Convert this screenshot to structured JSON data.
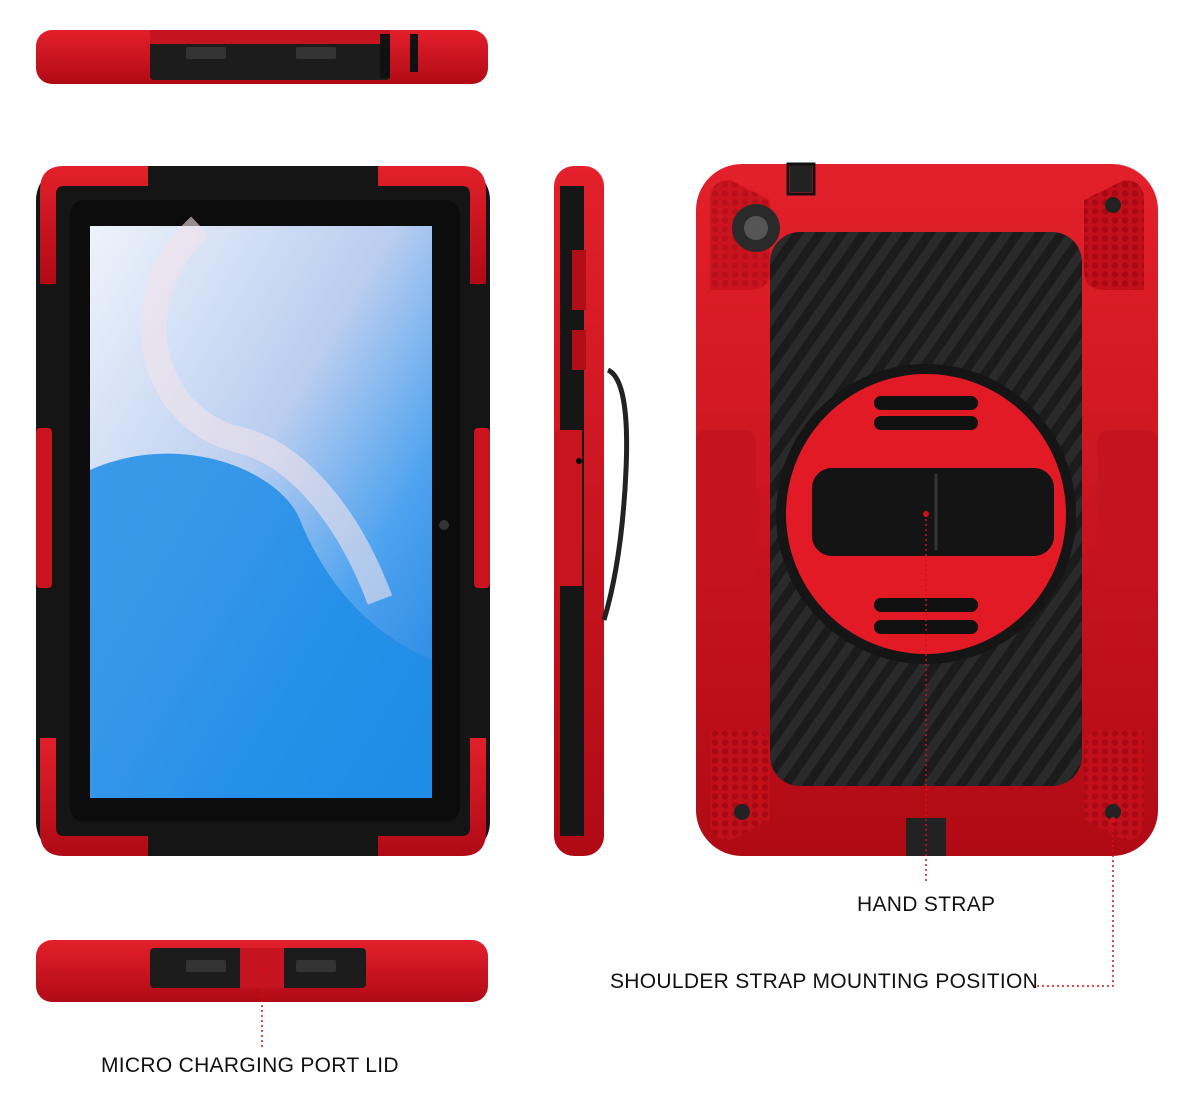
{
  "labels": {
    "hand_strap": "HAND STRAP",
    "shoulder_strap": "SHOULDER STRAP MOUNTING POSITION",
    "micro_port": "MICRO CHARGING PORT LID"
  },
  "colors": {
    "case_red": "#d0101c",
    "case_red_dark": "#a20a14",
    "case_black": "#1a1a1a",
    "screen_blue": "#2ea8ee",
    "callout_red": "#d0101c"
  }
}
